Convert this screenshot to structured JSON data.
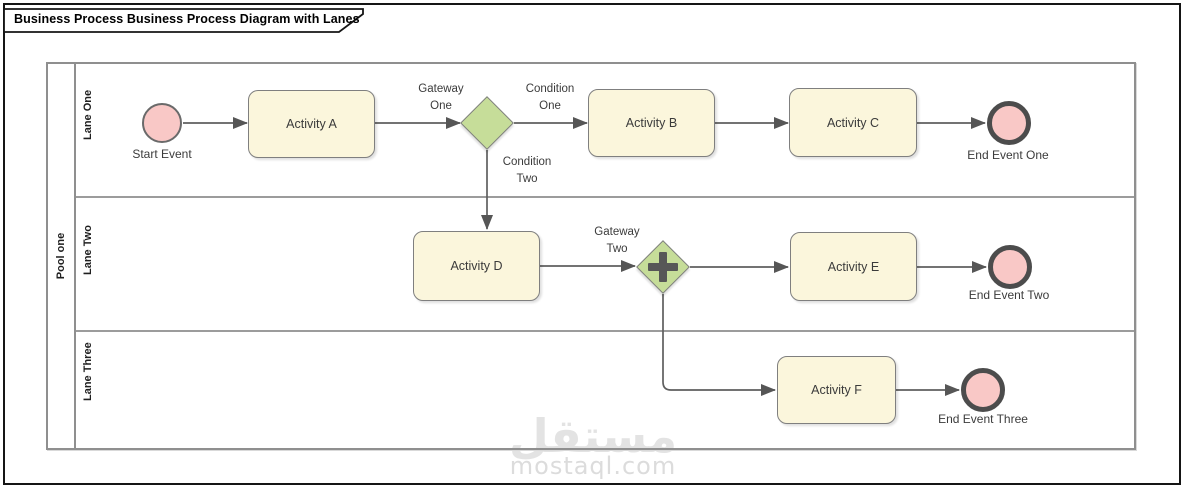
{
  "title": "Business Process Business Process Diagram with Lanes",
  "pool": {
    "label": "Pool one",
    "lanes": [
      {
        "label": "Lane One"
      },
      {
        "label": "Lane Two"
      },
      {
        "label": "Lane Three"
      }
    ]
  },
  "nodes": {
    "start_event": {
      "label": "Start Event",
      "type": "start-event"
    },
    "activity_a": {
      "label": "Activity A",
      "type": "activity"
    },
    "activity_b": {
      "label": "Activity B",
      "type": "activity"
    },
    "activity_c": {
      "label": "Activity C",
      "type": "activity"
    },
    "activity_d": {
      "label": "Activity D",
      "type": "activity"
    },
    "activity_e": {
      "label": "Activity E",
      "type": "activity"
    },
    "activity_f": {
      "label": "Activity F",
      "type": "activity"
    },
    "gateway_one": {
      "label": "Gateway One",
      "type": "exclusive-gateway"
    },
    "gateway_two": {
      "label": "Gateway Two",
      "type": "parallel-gateway"
    },
    "end_event_one": {
      "label": "End Event One",
      "type": "end-event"
    },
    "end_event_two": {
      "label": "End Event Two",
      "type": "end-event"
    },
    "end_event_three": {
      "label": "End Event Three",
      "type": "end-event"
    }
  },
  "edge_labels": {
    "condition_one": "Condition One",
    "condition_two": "Condition Two"
  },
  "watermark": {
    "name_ar": "مستقل",
    "site": "mostaql.com"
  },
  "colors": {
    "activity_fill": "#FBF6DC",
    "activity_border": "#7F7F7F",
    "gateway_fill": "#C6DD99",
    "gateway_marker": "#575757",
    "event_fill": "#F9C8C6",
    "start_border": "#6A6A6A",
    "end_border": "#4C4C4C",
    "connector": "#5F5F5F",
    "pool_border": "#8F8F8F",
    "frame_border": "#151515"
  }
}
